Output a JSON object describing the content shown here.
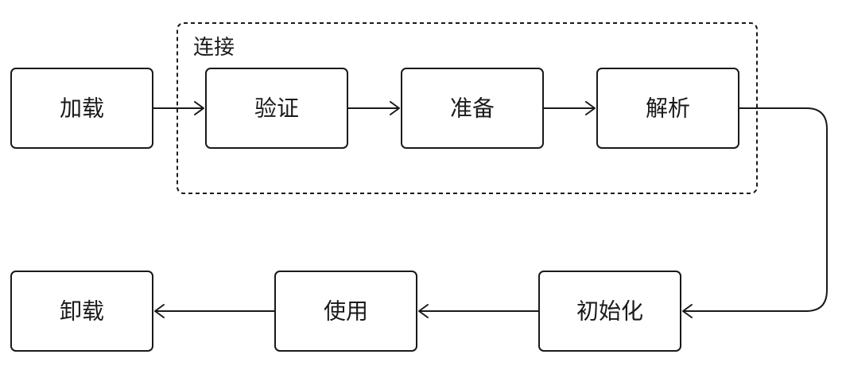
{
  "group": {
    "label": "连接"
  },
  "nodes": {
    "load": "加载",
    "verify": "验证",
    "prepare": "准备",
    "resolve": "解析",
    "initialize": "初始化",
    "use": "使用",
    "unload": "卸载"
  },
  "colors": {
    "stroke": "#1a1a1a",
    "background": "#ffffff"
  }
}
